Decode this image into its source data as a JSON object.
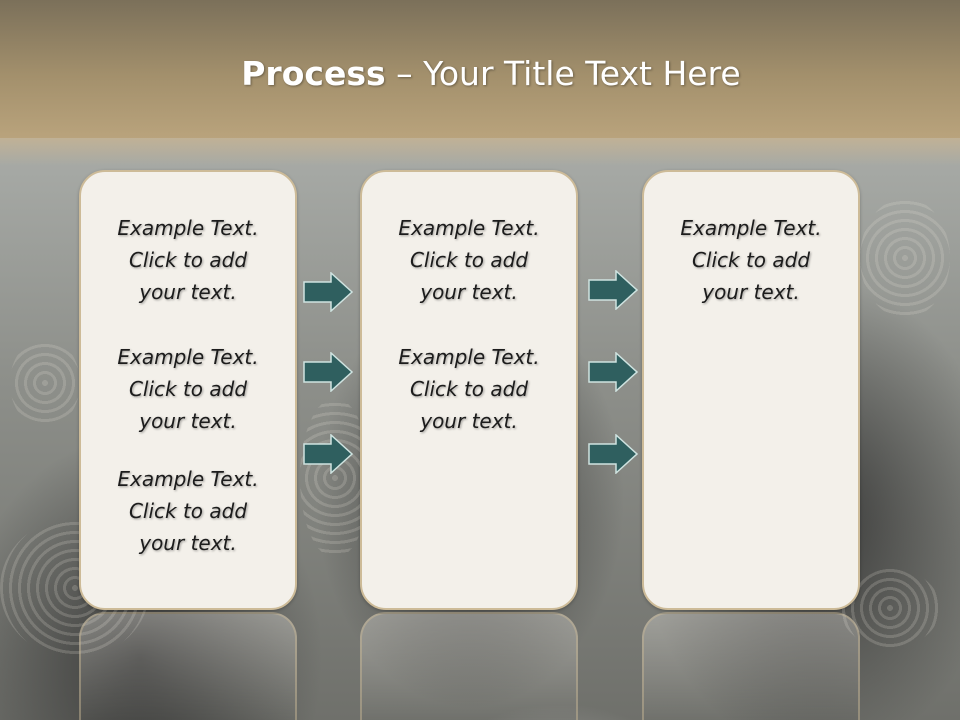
{
  "slide": {
    "title_bold": "Process",
    "title_rest": " – Your Title Text Here"
  },
  "columns": [
    {
      "paragraphs": [
        [
          "Example Text.",
          "Click  to add",
          "your text."
        ],
        [
          "Example Text.",
          "Click  to add",
          "your text."
        ],
        [
          "Example Text.",
          "Click  to add",
          "your text."
        ]
      ]
    },
    {
      "paragraphs": [
        [
          "Example Text.",
          "Click  to add",
          "your text."
        ],
        [
          "Example Text.",
          "Click  to add",
          "your text."
        ]
      ]
    },
    {
      "paragraphs": [
        [
          "Example Text.",
          "Click  to add",
          "your text."
        ]
      ]
    }
  ],
  "icons": {
    "arrow": "arrow-right-icon"
  },
  "colors": {
    "title_band": "#a3906c",
    "box_fill": "#f3f0ea",
    "box_border": "#cdbb98",
    "arrow_fill": "#2f5f5f",
    "arrow_stroke": "#cfe3e0"
  }
}
